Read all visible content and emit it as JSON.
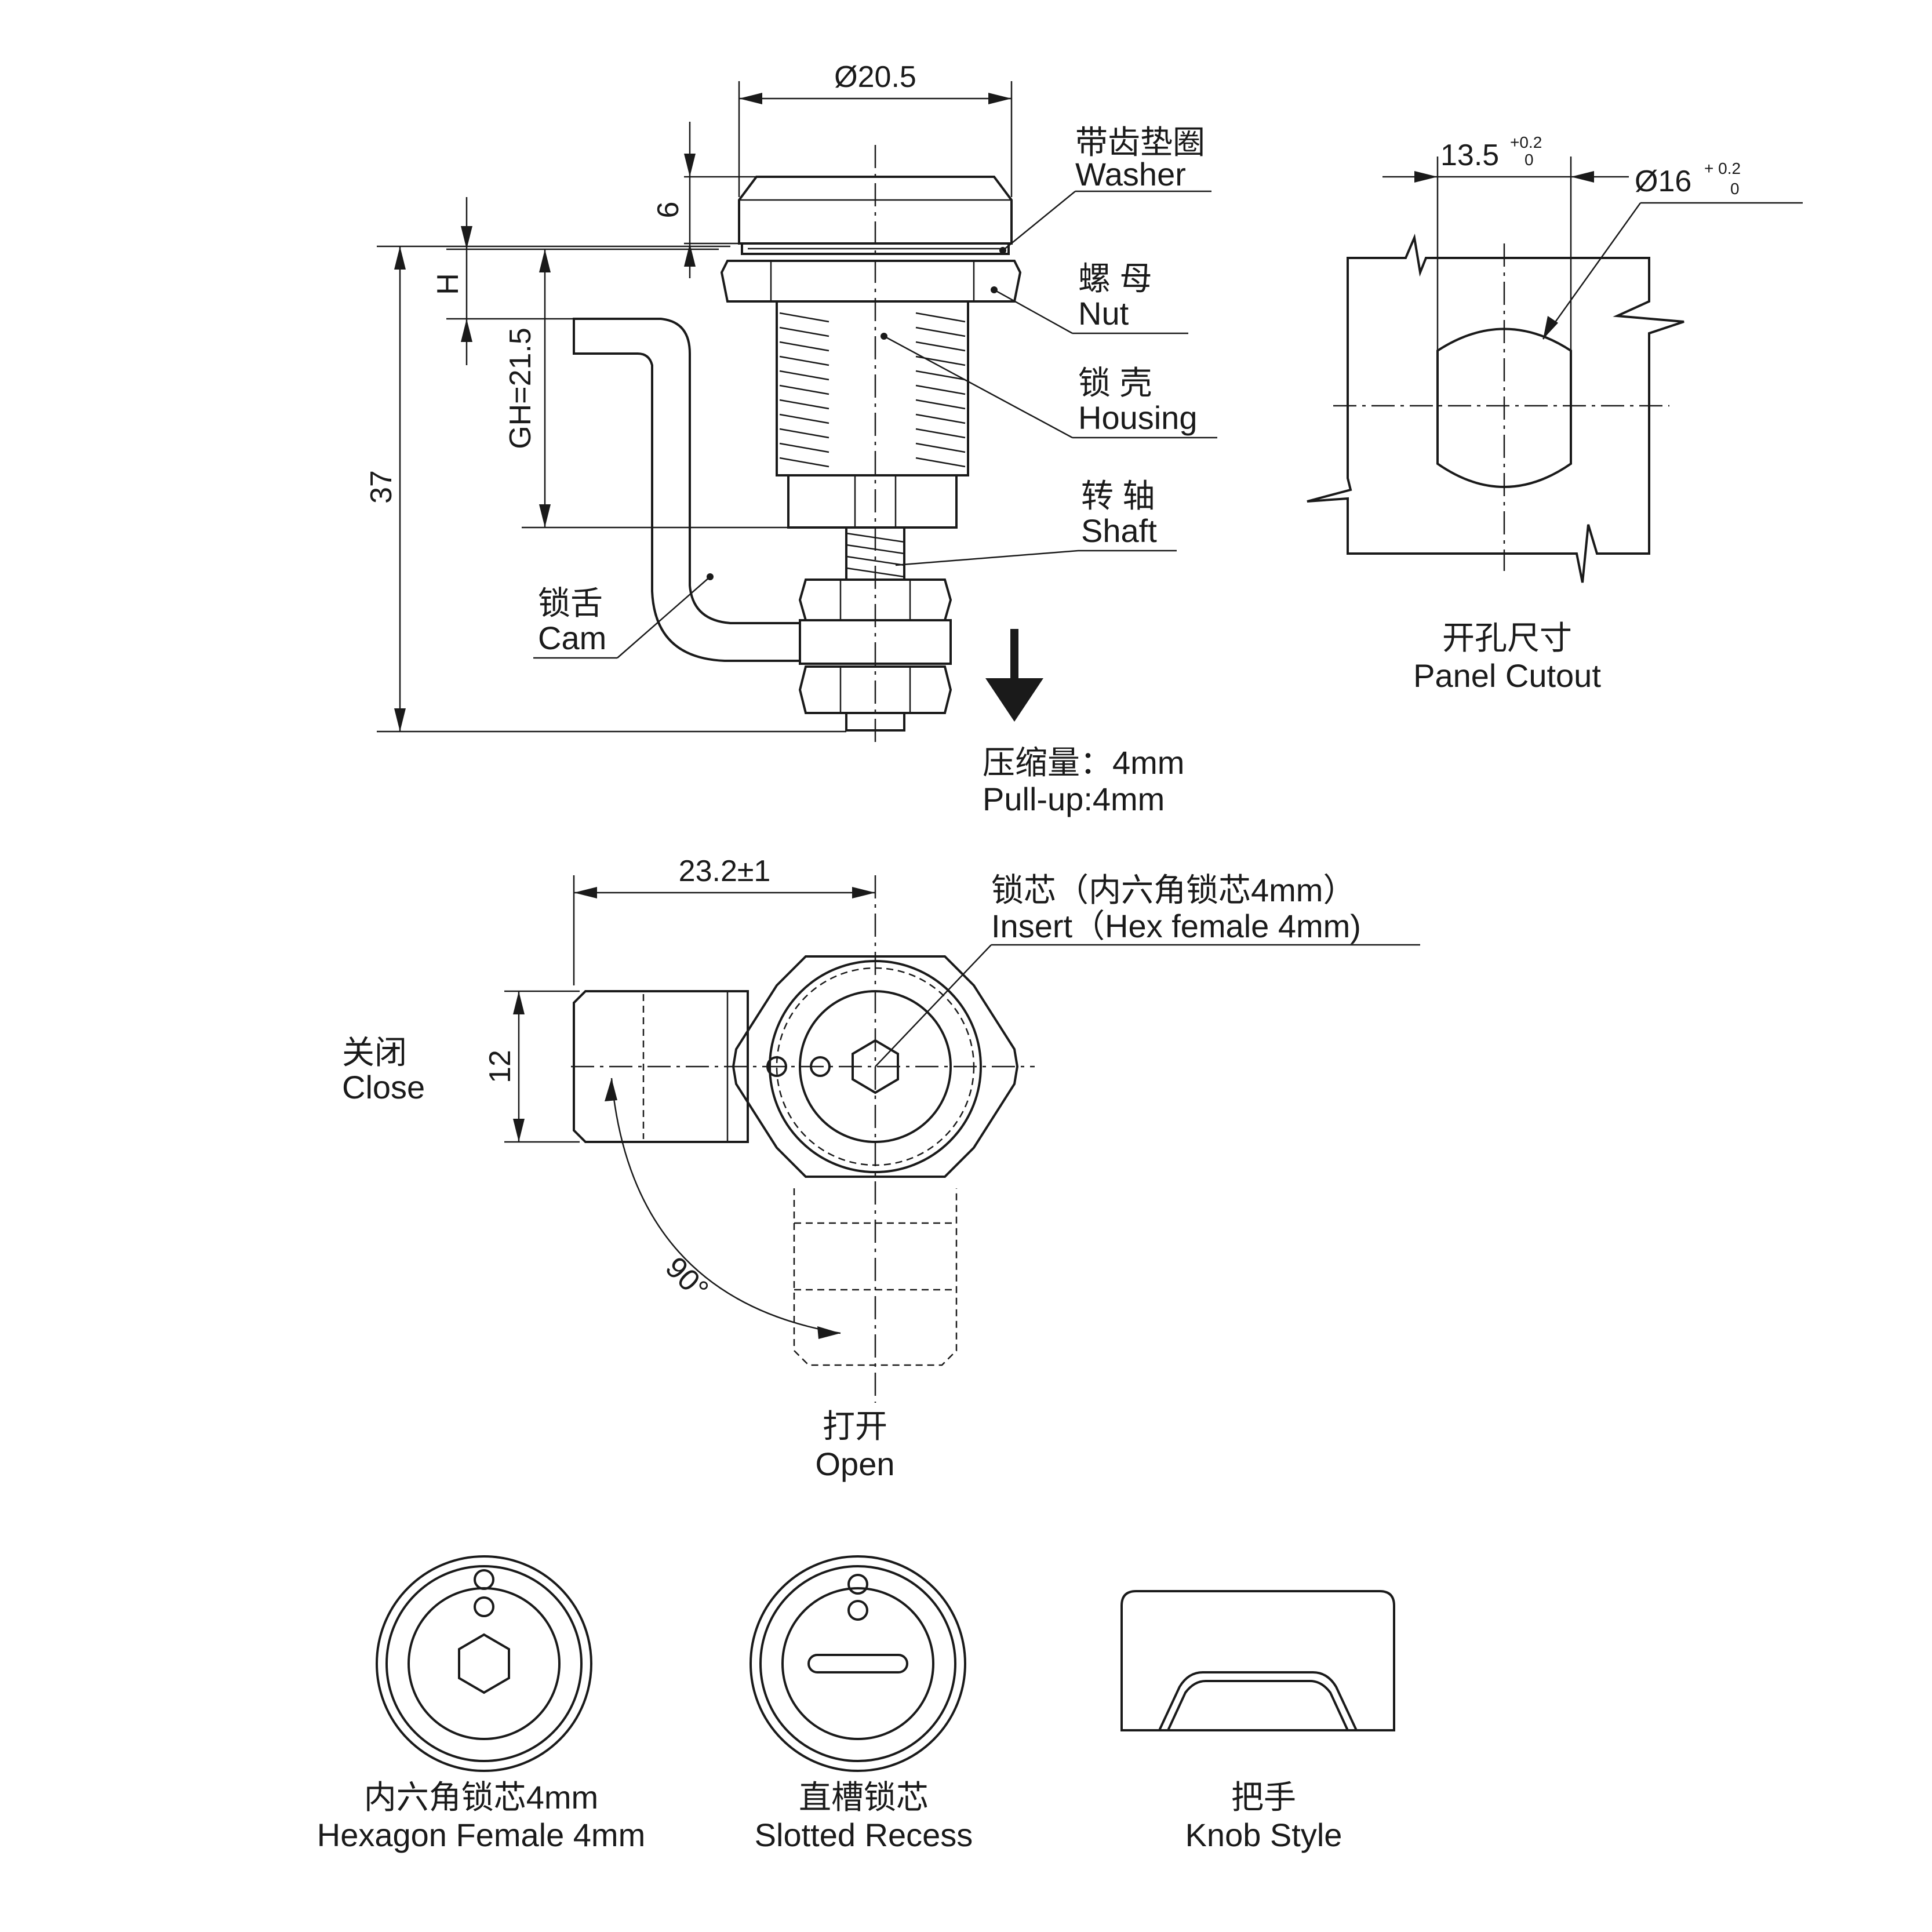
{
  "side_view": {
    "dim_diameter": "Ø20.5",
    "dim_6": "6",
    "dim_h": "H",
    "dim_gh": "GH=21.5",
    "dim_37": "37",
    "washer_cn": "带齿垫圈",
    "washer_en": "Washer",
    "nut_cn": "螺  母",
    "nut_en": "Nut",
    "housing_cn": "锁  壳",
    "housing_en": "Housing",
    "shaft_cn": "转  轴",
    "shaft_en": "Shaft",
    "cam_cn": "锁舌",
    "cam_en": "Cam",
    "pullup_cn": "压缩量：4mm",
    "pullup_en": "Pull-up:4mm"
  },
  "panel_cutout": {
    "dim_width": "13.5",
    "dim_width_tol_upper": "+0.2",
    "dim_width_tol_lower": "0",
    "dim_diameter": "Ø16",
    "dim_diameter_tol_upper": "+ 0.2",
    "dim_diameter_tol_lower": "0",
    "title_cn": "开孔尺寸",
    "title_en": "Panel Cutout"
  },
  "front_view": {
    "dim_reach": "23.2±1",
    "dim_12": "12",
    "angle": "90°",
    "close_cn": "关闭",
    "close_en": "Close",
    "open_cn": "打开",
    "open_en": "Open",
    "insert_cn": "锁芯（内六角锁芯4mm）",
    "insert_en": "Insert（Hex female 4mm)"
  },
  "variants": [
    {
      "cn": "内六角锁芯4mm",
      "en": "Hexagon Female 4mm",
      "icon": "hex-insert-icon"
    },
    {
      "cn": "直槽锁芯",
      "en": "Slotted Recess",
      "icon": "slot-insert-icon"
    },
    {
      "cn": "把手",
      "en": "Knob Style",
      "icon": "knob-icon"
    }
  ]
}
